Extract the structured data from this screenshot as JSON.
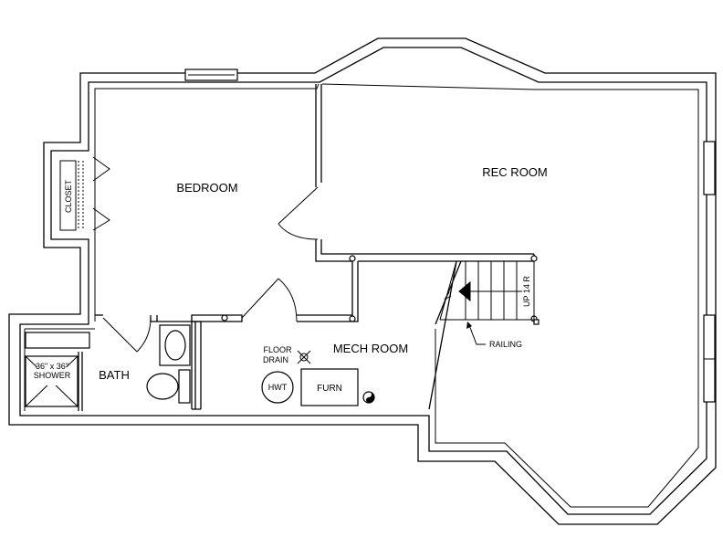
{
  "labels": {
    "bedroom": "BEDROOM",
    "rec_room": "REC ROOM",
    "mech_room": "MECH ROOM",
    "bath": "BATH",
    "closet": "CLOSET",
    "floor_drain_line1": "FLOOR",
    "floor_drain_line2": "DRAIN",
    "hwt": "HWT",
    "furn": "FURN",
    "shower_line1": "36\" x 36\"",
    "shower_line2": "SHOWER",
    "stairs": "UP 14 R",
    "railing": "RAILING"
  }
}
